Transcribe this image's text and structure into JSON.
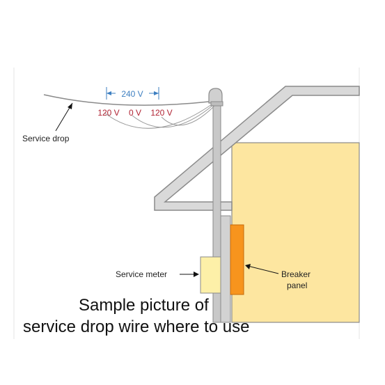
{
  "labels": {
    "voltage_span": "240 V",
    "leg_left": "120 V",
    "neutral": "0 V",
    "leg_right": "120 V",
    "service_drop": "Service drop",
    "service_meter": "Service meter",
    "breaker_line1": "Breaker",
    "breaker_line2": "panel"
  },
  "caption": {
    "line1": "Sample picture of",
    "line2": "service drop wire where to use"
  },
  "colors": {
    "wall": "#fde6a0",
    "roof_fill": "#d9d9d9",
    "roof_stroke": "#8a8a8a",
    "mast": "#c8c8c8",
    "meter": "#fdf0a8",
    "breaker_panel": "#f7941d",
    "voltage_text": "#b02232",
    "dimension_blue": "#3d7fc1",
    "wire": "#8a8a8a"
  }
}
